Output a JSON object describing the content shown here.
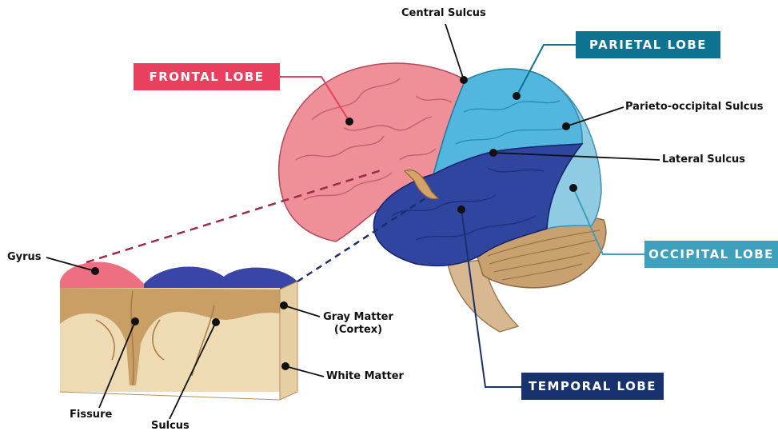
{
  "lobes": {
    "frontal": "FRONTAL  LOBE",
    "parietal": "PARIETAL  LOBE",
    "occipital": "OCCIPITAL  LOBE",
    "temporal": "TEMPORAL  LOBE"
  },
  "labels": {
    "central_sulcus": "Central Sulcus",
    "parieto_occipital_sulcus": "Parieto-occipital Sulcus",
    "lateral_sulcus": "Lateral Sulcus",
    "gyrus": "Gyrus",
    "gray_matter_line1": "Gray Matter",
    "gray_matter_line2": "(Cortex)",
    "white_matter": "White Matter",
    "fissure": "Fissure",
    "sulcus": "Sulcus"
  },
  "colors": {
    "frontal": "#e8405e",
    "parietal": "#0e7391",
    "occipital": "#3da0bc",
    "temporal": "#17326e",
    "frontal_fill": "#ef8f98",
    "parietal_fill": "#52b6de",
    "occipital_fill": "#8fcce3",
    "temporal_fill": "#2f45a0",
    "cerebellum": "#c9a070",
    "gray_matter": "#c79a5e",
    "white_matter": "#eedbb4"
  }
}
